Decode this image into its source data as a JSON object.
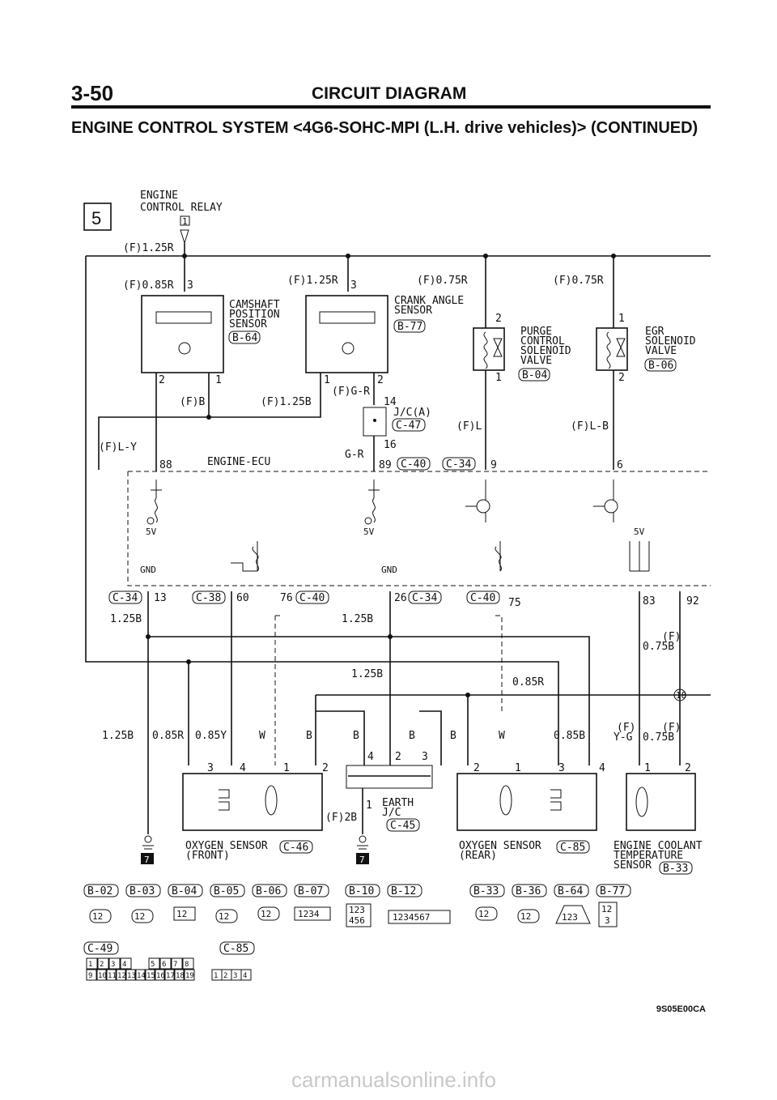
{
  "header": {
    "page_number": "3-50",
    "title": "CIRCUIT DIAGRAM",
    "subtitle": "ENGINE CONTROL SYSTEM <4G6-SOHC-MPI (L.H. drive vehicles)> (CONTINUED)"
  },
  "section_marker": "5",
  "relay": {
    "line1": "ENGINE",
    "line2": "CONTROL RELAY",
    "pin": "1"
  },
  "wires": {
    "relay_out": "(F)1.25R",
    "cam_feed": "(F)0.85R",
    "crank_feed": "(F)1.25R",
    "purge_feed": "(F)0.75R",
    "egr_feed": "(F)0.75R",
    "cam_b": "(F)B",
    "cam_return": "(F)1.25B",
    "crank_sig": "(F)G-R",
    "cam_sig": "(F)L-Y",
    "ecu_gr": "G-R",
    "purge_sig": "(F)L",
    "egr_sig": "(F)L-B",
    "gnd1": "1.25B",
    "gnd2": "1.25B",
    "gnd3": "1.25B",
    "o2f_left": "1.25B",
    "o2f_b": "0.85R",
    "o2f_y": "0.85Y",
    "o2f_w": "W",
    "o2f_bb": "B",
    "earth_b1": "B",
    "earth_b2": "B",
    "o2r_b": "B",
    "o2r_w": "W",
    "o2r_red": "0.85R",
    "o2r_gnd": "0.85B",
    "ect_yg1": "(F)",
    "ect_yg2": "Y-G",
    "ect_b1": "(F)",
    "ect_b2": "0.75B",
    "ect_top1": "(F)",
    "ect_top2": "0.75B",
    "earth_2b": "(F)2B"
  },
  "components": {
    "cam_sensor": [
      "CAMSHAFT",
      "POSITION",
      "SENSOR"
    ],
    "cam_conn": "B-64",
    "crank_sensor": [
      "CRANK ANGLE",
      "SENSOR"
    ],
    "crank_conn": "B-77",
    "purge_valve": [
      "PURGE",
      "CONTROL",
      "SOLENOID",
      "VALVE"
    ],
    "purge_conn": "B-04",
    "egr_valve": [
      "EGR",
      "SOLENOID",
      "VALVE"
    ],
    "egr_conn": "B-06",
    "jc": "J/C(A)",
    "jc_conn": "C-47",
    "ecu": "ENGINE-ECU",
    "o2_front": [
      "OXYGEN SENSOR",
      "(FRONT)"
    ],
    "o2_front_conn": "C-46",
    "o2_rear": [
      "OXYGEN SENSOR",
      "(REAR)"
    ],
    "o2_rear_conn": "C-85",
    "ect": [
      "ENGINE COOLANT",
      "TEMPERATURE",
      "SENSOR"
    ],
    "ect_conn": "B-33",
    "earth": [
      "EARTH",
      "J/C"
    ],
    "earth_conn": "C-45",
    "sv1": "5V",
    "sv2": "5V",
    "sv3": "5V",
    "gnd_a": "GND",
    "gnd_b": "GND",
    "splice": "18",
    "ground_marker": "7"
  },
  "pins": {
    "cam3": "3",
    "cam2": "2",
    "cam1": "1",
    "crank3": "3",
    "crank1": "1",
    "crank2": "2",
    "purge2": "2",
    "purge1": "1",
    "egr1": "1",
    "egr2": "2",
    "jc14": "14",
    "jc16": "16",
    "e88": "88",
    "e89": "89",
    "e9": "9",
    "e6": "6",
    "e13": "13",
    "e60": "60",
    "e76": "76",
    "e26": "26",
    "e75": "75",
    "e83": "83",
    "e92": "92",
    "o2f3": "3",
    "o2f4": "4",
    "o2f1": "1",
    "o2f2": "2",
    "ea4": "4",
    "ea2": "2",
    "ea3": "3",
    "ea1": "1",
    "o2r2": "2",
    "o2r1": "1",
    "o2r3": "3",
    "o2r4": "4",
    "ect1": "1",
    "ect2": "2"
  },
  "ecu_connectors": {
    "c40a": "C-40",
    "c34a": "C-34",
    "c34b": "C-34",
    "c38": "C-38",
    "c40b": "C-40",
    "c34c": "C-34",
    "c40c": "C-40"
  },
  "connector_legend": [
    "B-02",
    "B-03",
    "B-04",
    "B-05",
    "B-06",
    "B-07",
    "B-10",
    "B-12",
    "B-33",
    "B-36",
    "B-64",
    "B-77"
  ],
  "connector_pins": {
    "b02": "12",
    "b03": "12",
    "b04": "12",
    "b05": "12",
    "b06": "12",
    "b07": "1234",
    "b10a": "123",
    "b10b": "456",
    "b12": "1234567",
    "b33": "12",
    "b36": "12",
    "b64": "123",
    "b77a": "12",
    "b77b": "3"
  },
  "lower_connectors": [
    "C-49",
    "C-85"
  ],
  "c49_row1": [
    "1",
    "2",
    "3",
    "4",
    "5",
    "6",
    "7",
    "8"
  ],
  "c49_row2": [
    "9",
    "10",
    "11",
    "12",
    "13",
    "14",
    "15",
    "16",
    "17",
    "18",
    "19"
  ],
  "c85_pins": [
    "1",
    "2",
    "3",
    "4"
  ],
  "diagram_code": "9S05E00CA",
  "watermark": "carmanualsonline.info"
}
